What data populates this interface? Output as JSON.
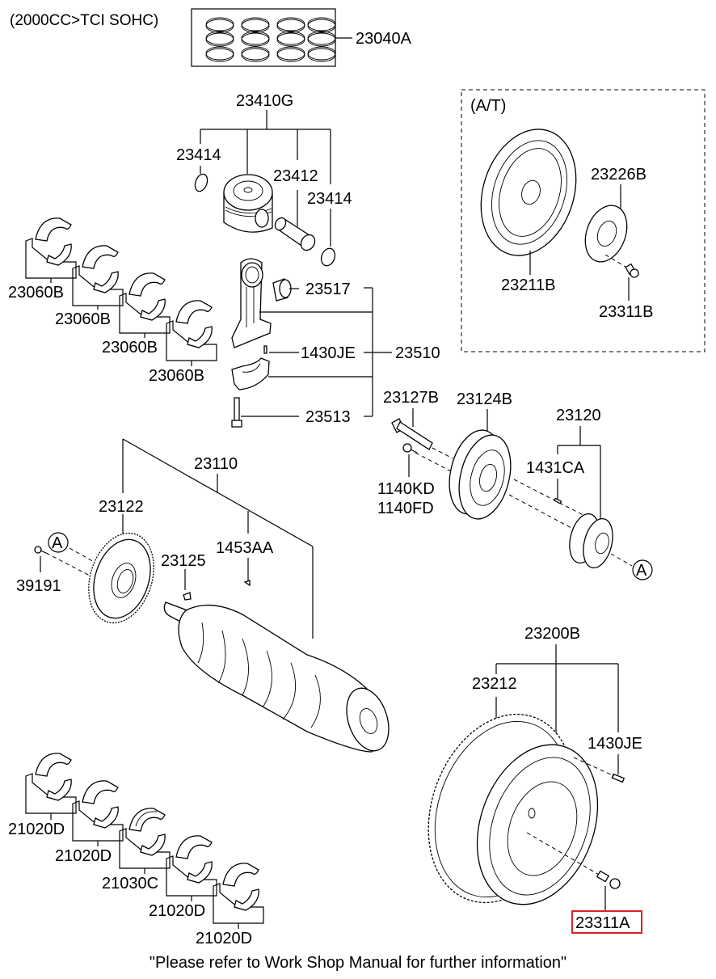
{
  "diagram": {
    "title": "(2000CC>TCI SOHC)",
    "footer_note": "\"Please refer to Work Shop Manual for further information\"",
    "highlight_color": "#e02020",
    "sections": {
      "automatic_transmission_box": {
        "label": "(A/T)"
      }
    },
    "reference_markers": {
      "a1": "A",
      "a2": "A"
    },
    "part_labels": {
      "piston_ring_set": "23040A",
      "piston_assy": "23410G",
      "snap_ring_left": "23414",
      "piston_pin": "23412",
      "snap_ring_right": "23414",
      "conrod_bushing": "23517",
      "conrod_dowel_pin": "1430JE",
      "conrod_assy": "23510",
      "conrod_bolt": "23513",
      "conrod_bearing_1": "23060B",
      "conrod_bearing_2": "23060B",
      "conrod_bearing_3": "23060B",
      "conrod_bearing_4": "23060B",
      "drive_plate": "23211B",
      "drive_plate_adapter": "23226B",
      "drive_plate_bolt": "23311B",
      "damper_pulley_bolt": "23127B",
      "damper_pulley": "23124B",
      "sprocket_assy": "23120",
      "sprocket_key": "1431CA",
      "pulley_bolt_a": "1140KD",
      "pulley_bolt_b": "1140FD",
      "crankshaft_assy": "23110",
      "sensor_wheel": "23122",
      "woodruff_key": "23125",
      "key_1453": "1453AA",
      "sensor_wheel_bolt": "39191",
      "flywheel_assy": "23200B",
      "ring_gear": "23212",
      "flywheel_dowel_pin": "1430JE",
      "flywheel_bolt": "23311A",
      "main_bearing_1": "21020D",
      "main_bearing_2": "21020D",
      "thrust_bearing": "21030C",
      "main_bearing_4": "21020D",
      "main_bearing_5": "21020D"
    },
    "highlighted_part": "23311A"
  }
}
